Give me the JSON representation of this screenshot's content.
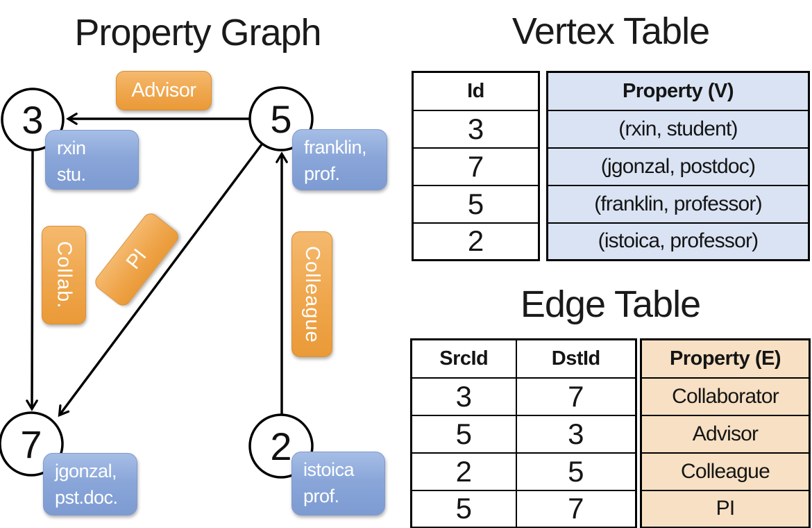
{
  "graph": {
    "title": "Property Graph",
    "nodes": [
      {
        "id": "3"
      },
      {
        "id": "5"
      },
      {
        "id": "7"
      },
      {
        "id": "2"
      }
    ],
    "edge_labels": {
      "advisor": "Advisor",
      "collab": "Collab.",
      "pi": "PI",
      "colleague": "Colleague"
    },
    "vertex_boxes": [
      {
        "line1": "rxin",
        "line2": "stu."
      },
      {
        "line1": "franklin,",
        "line2": "prof."
      },
      {
        "line1": "jgonzal,",
        "line2": "pst.doc."
      },
      {
        "line1": "istoica",
        "line2": "prof."
      }
    ]
  },
  "vertex_table": {
    "title": "Vertex Table",
    "headers": {
      "id": "Id",
      "property": "Property (V)"
    },
    "rows": [
      {
        "id": "3",
        "property": "(rxin, student)"
      },
      {
        "id": "7",
        "property": "(jgonzal, postdoc)"
      },
      {
        "id": "5",
        "property": "(franklin, professor)"
      },
      {
        "id": "2",
        "property": "(istoica, professor)"
      }
    ]
  },
  "edge_table": {
    "title": "Edge Table",
    "headers": {
      "src": "SrcId",
      "dst": "DstId",
      "property": "Property (E)"
    },
    "rows": [
      {
        "src": "3",
        "dst": "7",
        "property": "Collaborator"
      },
      {
        "src": "5",
        "dst": "3",
        "property": "Advisor"
      },
      {
        "src": "2",
        "dst": "5",
        "property": "Colleague"
      },
      {
        "src": "5",
        "dst": "7",
        "property": "PI"
      }
    ]
  },
  "colors": {
    "edge_pill_orange": "#efa64c",
    "vertex_box_blue": "#8aa6d9",
    "vertex_property_cell_bg": "#dae3f3",
    "edge_property_cell_bg": "#f7e0c3",
    "line_black": "#000000"
  }
}
